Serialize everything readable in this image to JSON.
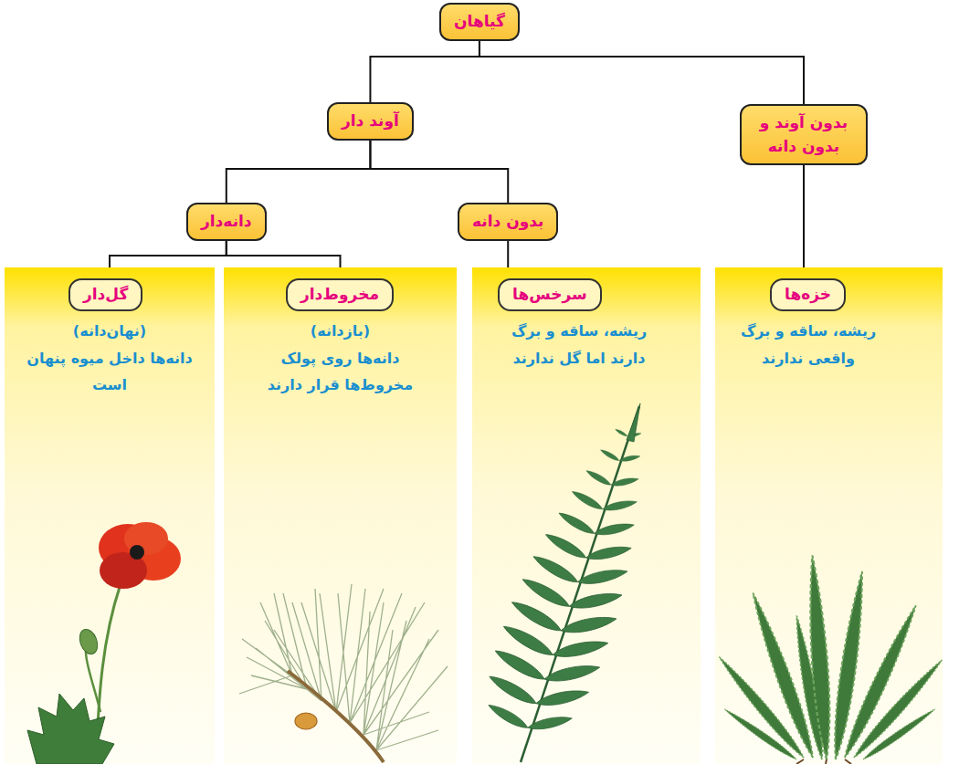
{
  "diagram": {
    "nodes": [
      {
        "text": [
          "گیاهان"
        ]
      },
      {
        "text": [
          "بدون آوند و بدون دانه"
        ]
      },
      {
        "text": [
          "آوند دار"
        ]
      },
      {
        "text": [
          "بدون دانه"
        ]
      },
      {
        "text": [
          "دانه‌دار"
        ]
      },
      {
        "text": [
          "ریشه، ساقه و برگ واقعی ندارند"
        ]
      },
      {
        "text": [
          "خزه‌ها"
        ],
        "in": 5
      },
      {
        "text": [
          "ریشه، ساقه و برگ دارند اما گل ندارند"
        ]
      },
      {
        "text": [
          "سرخس‌ها"
        ],
        "in": 7
      },
      {
        "text": [
          "(بازدانه)",
          "دانه‌ها روی پولک مخروط‌ها قرار دارند"
        ]
      },
      {
        "text": [
          "مخروط‌دار"
        ],
        "in": 9
      },
      {
        "text": [
          "(نهان‌دانه)",
          "دانه‌ها داخل میوه پنهان است"
        ]
      },
      {
        "text": [
          "گل‌دار"
        ],
        "in": 11
      }
    ],
    "edges": [
      {
        "from": 0,
        "to": 1,
        "arrow": "none"
      },
      {
        "from": 0,
        "to": 2,
        "arrow": "none"
      },
      {
        "from": 1,
        "to": 5,
        "arrow": "none"
      },
      {
        "from": 2,
        "to": 3,
        "arrow": "none"
      },
      {
        "from": 2,
        "to": 4,
        "arrow": "none"
      },
      {
        "from": 3,
        "to": 7,
        "arrow": "none"
      },
      {
        "from": 4,
        "to": 9,
        "arrow": "none"
      },
      {
        "from": 4,
        "to": 11,
        "arrow": "none"
      }
    ]
  }
}
